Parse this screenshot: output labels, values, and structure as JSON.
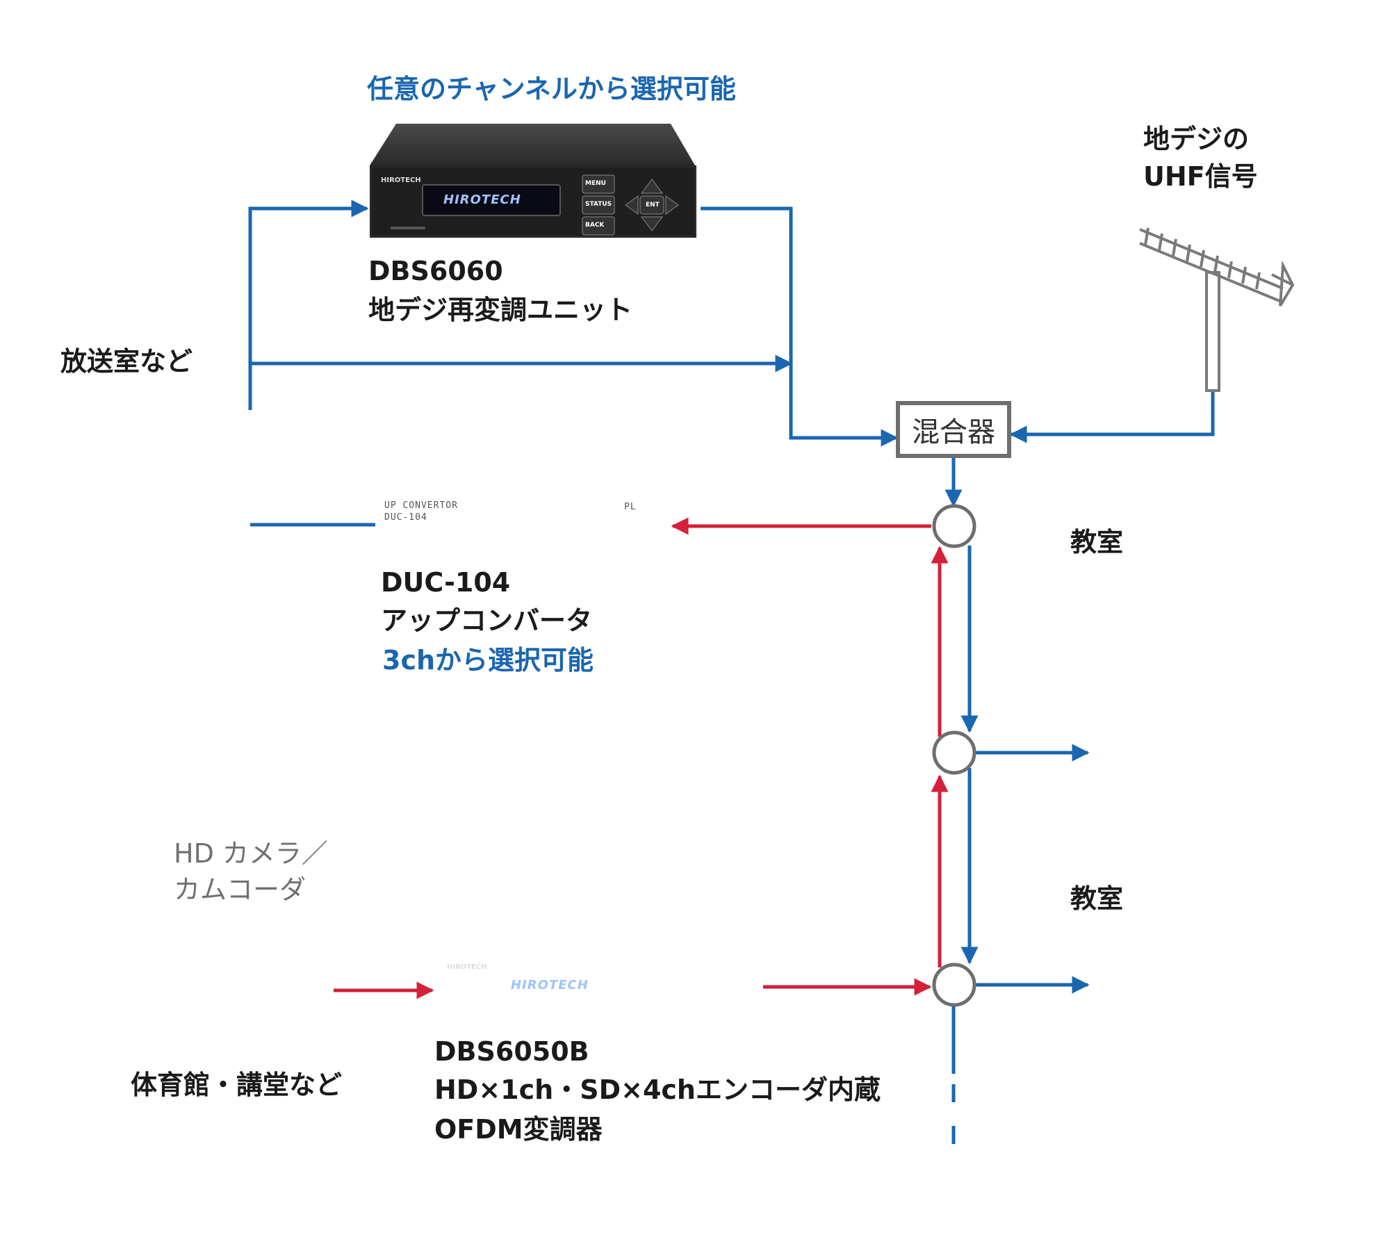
{
  "labels": {
    "top_note": "任意のチャンネルから選択可能",
    "dbs6060_model": "DBS6060",
    "dbs6060_desc": "地デジ再変調ユニット",
    "broadcast_room": "放送室など",
    "uhf_line1": "地デジの",
    "uhf_line2": "UHF信号",
    "mixer": "混合器",
    "duc_model": "DUC-104",
    "duc_desc": "アップコンバータ",
    "duc_note": "3chから選択可能",
    "classroom_1": "教室",
    "classroom_2": "教室",
    "camera_line1": "HD カメラ／",
    "camera_line2": "カムコーダ",
    "gym": "体育館・講堂など",
    "dbs6050_model": "DBS6050B",
    "dbs6050_desc1": "HD×1ch・SD×4chエンコーダ内蔵",
    "dbs6050_desc2": "OFDM変調器"
  },
  "device_panel": {
    "brand": "HIROTECH",
    "btn_menu": "MENU",
    "btn_status": "STATUS",
    "btn_back": "BACK",
    "btn_ent": "ENT"
  },
  "duc_panel": {
    "line1": "UP CONVERTOR",
    "line2": "DUC-104",
    "pl": "PL"
  },
  "colors": {
    "blue_line": "#1a66b0",
    "red_line": "#d42038",
    "outline_gray": "#6e6e6e",
    "text_blue": "#1a66b0"
  }
}
